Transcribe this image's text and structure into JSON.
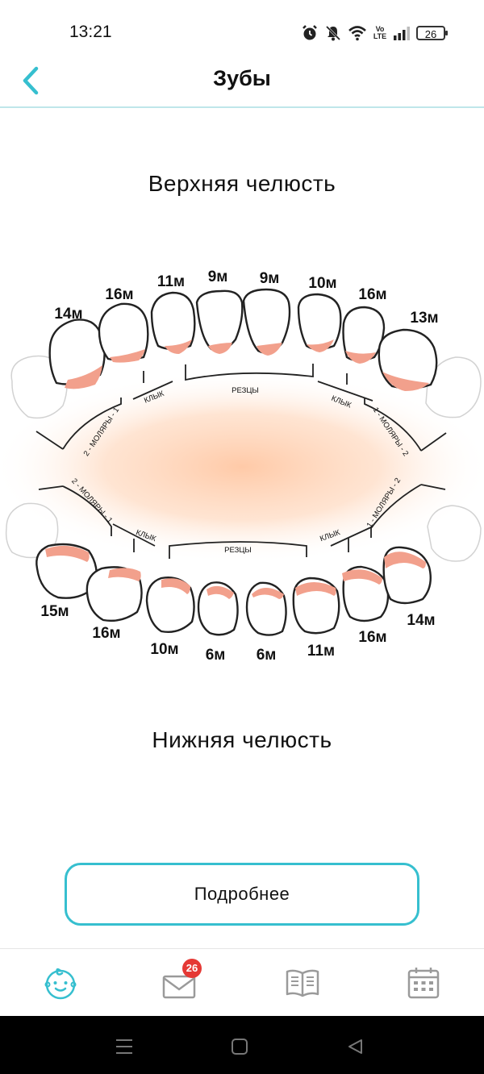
{
  "status_bar": {
    "time": "13:21",
    "battery": "26",
    "network_label": "Vo LTE"
  },
  "header": {
    "title": "Зубы"
  },
  "upper_jaw": {
    "title": "Верхняя челюсть",
    "teeth_months": [
      "14м",
      "16м",
      "11м",
      "9м",
      "9м",
      "10м",
      "16м",
      "13м"
    ],
    "group_labels": [
      "2 - МОЛЯРЫ - 1",
      "КЛЫК",
      "РЕЗЦЫ",
      "КЛЫК",
      "1 - МОЛЯРЫ - 2"
    ]
  },
  "lower_jaw": {
    "title": "Нижняя челюсть",
    "teeth_months": [
      "15м",
      "16м",
      "10м",
      "6м",
      "6м",
      "11м",
      "16м",
      "14м"
    ],
    "group_labels": [
      "2 - МОЛЯРЫ - 1",
      "КЛЫК",
      "РЕЗЦЫ",
      "КЛЫК",
      "1 - МОЛЯРЫ - 2"
    ]
  },
  "more_button": {
    "label": "Подробнее"
  },
  "bottom_nav": {
    "items": [
      {
        "icon": "baby-face-icon",
        "active": true
      },
      {
        "icon": "envelope-icon",
        "badge": "26"
      },
      {
        "icon": "book-icon"
      },
      {
        "icon": "calendar-icon"
      }
    ]
  },
  "colors": {
    "accent": "#36bfcf",
    "gum_pink": "#f2a08c",
    "badge_red": "#e53935",
    "glow": "#ffc7a3"
  }
}
